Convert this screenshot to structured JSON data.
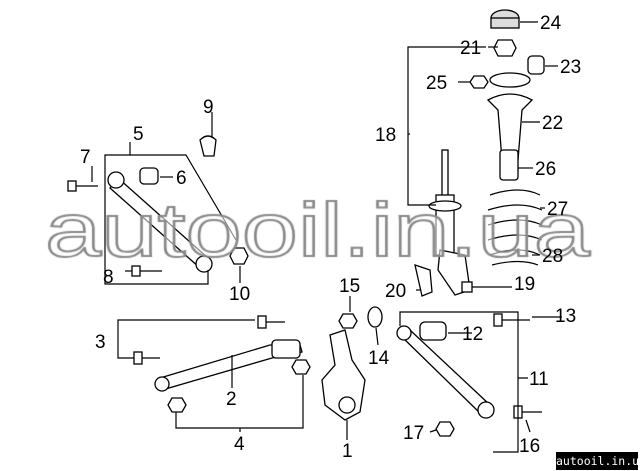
{
  "diagram": {
    "callouts": {
      "c1": "1",
      "c2": "2",
      "c3": "3",
      "c4": "4",
      "c5": "5",
      "c6": "6",
      "c7": "7",
      "c8": "8",
      "c9": "9",
      "c10": "10",
      "c11": "11",
      "c12": "12",
      "c13": "13",
      "c14": "14",
      "c15": "15",
      "c16": "16",
      "c17": "17",
      "c18": "18",
      "c19": "19",
      "c20": "20",
      "c21": "21",
      "c22": "22",
      "c23": "23",
      "c24": "24",
      "c25": "25",
      "c26": "26",
      "c27": "27",
      "c28": "28"
    },
    "watermark": "autooil.in.ua",
    "site_badge": "autooil.in.ua"
  }
}
